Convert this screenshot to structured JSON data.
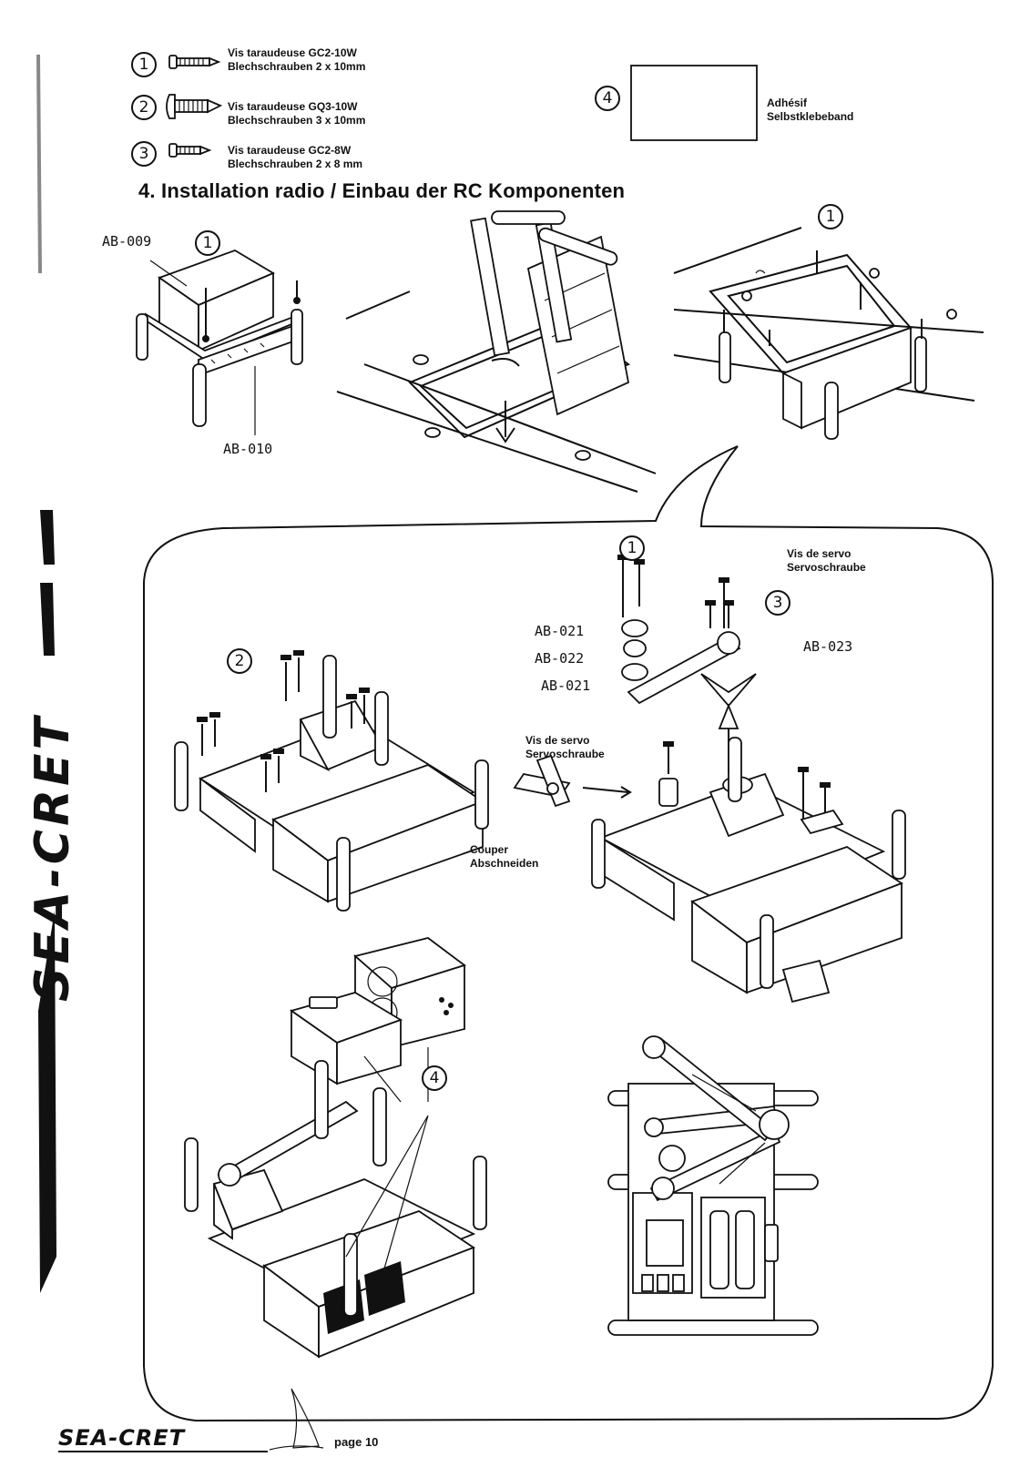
{
  "legend": {
    "items": [
      {
        "number": "1",
        "line1": "Vis taraudeuse GC2-10W",
        "line2": "Blechschrauben 2 x 10mm"
      },
      {
        "number": "2",
        "line1": "Vis taraudeuse GQ3-10W",
        "line2": "Blechschrauben 3 x 10mm"
      },
      {
        "number": "3",
        "line1": "Vis taraudeuse GC2-8W",
        "line2": "Blechschrauben 2 x 8 mm"
      }
    ],
    "adhesive": {
      "number": "4",
      "line1": "Adhésif",
      "line2": "Selbstklebeband"
    }
  },
  "section_title": "4. Installation radio / Einbau der RC Komponenten",
  "parts": {
    "ab009": "AB-009",
    "ab010": "AB-010",
    "ab021a": "AB-021",
    "ab022": "AB-022",
    "ab021b": "AB-021",
    "ab023": "AB-023"
  },
  "callouts": {
    "n1": "1",
    "n2": "2",
    "n3": "3",
    "n4": "4"
  },
  "notes": {
    "servo_screw_1_fr": "Vis de servo",
    "servo_screw_1_de": "Servoschraube",
    "servo_screw_2_fr": "Vis de servo",
    "servo_screw_2_de": "Servoschraube",
    "cut_fr": "Couper",
    "cut_de": "Abschneiden"
  },
  "side_logo": "SEA-CRET",
  "footer": {
    "logo": "SEA-CRET",
    "page": "page 10"
  }
}
